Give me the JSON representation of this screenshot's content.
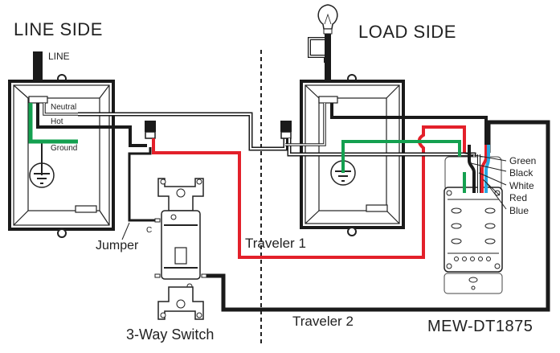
{
  "headings": {
    "line_side": "LINE SIDE",
    "load_side": "LOAD SIDE"
  },
  "line_box": {
    "line_label": "LINE",
    "neutral_label": "Neutral",
    "hot_label": "Hot",
    "ground_label": "Ground"
  },
  "switch": {
    "common_terminal_label": "C",
    "jumper_label": "Jumper",
    "name": "3-Way Switch"
  },
  "travelers": {
    "traveler_1": "Traveler 1",
    "traveler_2": "Traveler 2"
  },
  "dimmer": {
    "model": "MEW-DT1875",
    "wire_labels": [
      "Green",
      "Black",
      "White",
      "Red",
      "Blue"
    ]
  },
  "colors": {
    "wire_black": "#1a1a1a",
    "wire_red": "#e3202a",
    "wire_green": "#14a050",
    "wire_blue": "#29a8e0",
    "wire_white": "#ffffff"
  }
}
